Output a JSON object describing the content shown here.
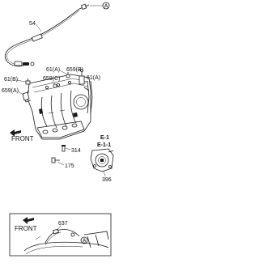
{
  "diagram": {
    "callouts": {
      "part_54": "54",
      "ref_a_top": "A",
      "part_61a_top": "61(A)",
      "part_659b": "659(B)",
      "part_61b": "61(B)",
      "part_659c": "659(C)",
      "part_61a_right": "61(A)",
      "part_659a": "659(A)",
      "part_314": "314",
      "part_175": "175",
      "part_396": "396",
      "part_637": "637",
      "ref_a_bottom": "A"
    },
    "front_upper": "FRONT",
    "front_lower": "FRONT",
    "engine_code_1": "E-1",
    "engine_code_2": "E-1-1"
  }
}
